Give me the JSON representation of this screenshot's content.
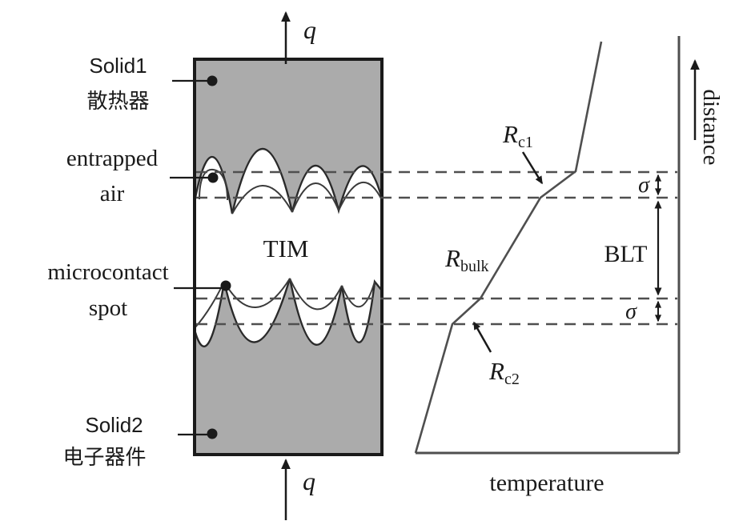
{
  "figure": {
    "left_labels": {
      "solid1_en": "Solid1",
      "solid1_zh": "散热器",
      "entrapped_air_line1": "entrapped",
      "entrapped_air_line2": "air",
      "microcontact_line1": "microcontact",
      "microcontact_line2": "spot",
      "solid2_en": "Solid2",
      "solid2_zh": "电子器件"
    },
    "block_labels": {
      "tim": "TIM",
      "heat_flux_top": "q",
      "heat_flux_bottom": "q"
    },
    "profile_labels": {
      "rc1_base": "R",
      "rc1_sub": "c1",
      "rbulk_base": "R",
      "rbulk_sub": "bulk",
      "rc2_base": "R",
      "rc2_sub": "c2",
      "sigma_upper": "σ",
      "sigma_lower": "σ",
      "blt": "BLT"
    },
    "axes": {
      "x_label": "temperature",
      "y_label": "distance"
    },
    "colors": {
      "solid_fill": "#ababab",
      "outline_dark": "#1a1a1a",
      "line_gray": "#4f4f4f"
    }
  }
}
